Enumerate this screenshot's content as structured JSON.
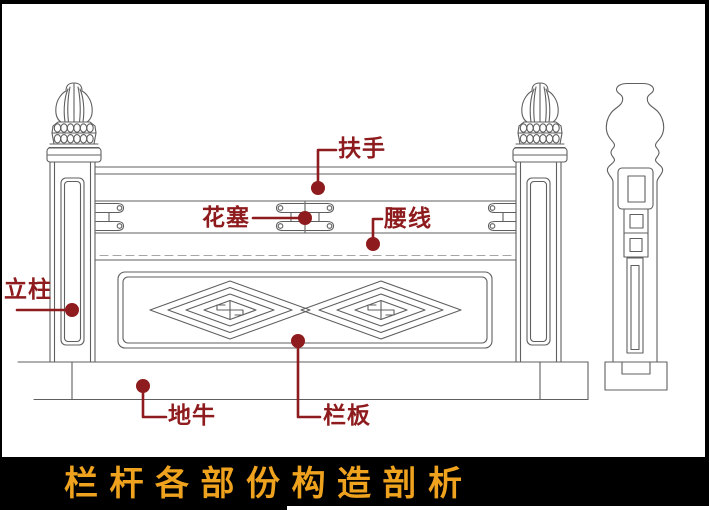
{
  "banner": {
    "title": "栏杆各部份构造剖析"
  },
  "annotations": {
    "handrail": "扶手",
    "flower_plug": "花塞",
    "waist_line": "腰线",
    "pillar": "立柱",
    "ground_beam": "地牛",
    "rail_panel": "栏板"
  },
  "colors": {
    "annotation_red": "#8e1b1d",
    "title_gold": "#efa21e",
    "line_gray": "#5f5f5f",
    "background": "#000000",
    "paper": "#ffffff"
  }
}
